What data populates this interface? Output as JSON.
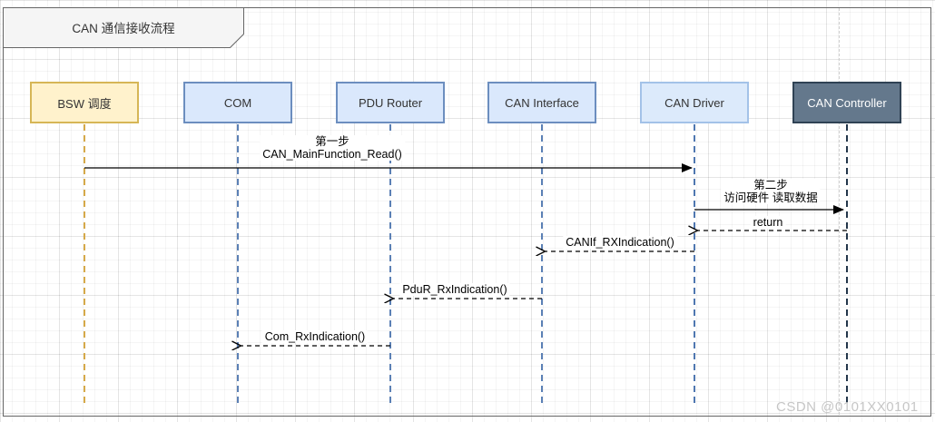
{
  "diagram": {
    "title": "CAN 通信接收流程",
    "type": "sequence-diagram"
  },
  "actors": [
    {
      "label": "BSW 调度",
      "fill": "#FFF2CC",
      "border": "#D6B656",
      "text_color": "#333333"
    },
    {
      "label": "COM",
      "fill": "#DAE8FC",
      "border": "#6C8EBF",
      "text_color": "#333333"
    },
    {
      "label": "PDU Router",
      "fill": "#DAE8FC",
      "border": "#6C8EBF",
      "text_color": "#333333"
    },
    {
      "label": "CAN Interface",
      "fill": "#DAE8FC",
      "border": "#6C8EBF",
      "text_color": "#333333"
    },
    {
      "label": "CAN Driver",
      "fill": "#DCEAFB",
      "border": "#A3C2E8",
      "text_color": "#333333"
    },
    {
      "label": "CAN Controller",
      "fill": "#64788C",
      "border": "#2F4254",
      "text_color": "#FFFFFF"
    }
  ],
  "messages": [
    {
      "step": "第一步",
      "label": "CAN_MainFunction_Read()",
      "from": "BSW 调度",
      "to": "CAN Driver",
      "line": "solid"
    },
    {
      "step": "第二步",
      "label": "访问硬件 读取数据",
      "from": "CAN Driver",
      "to": "CAN Controller",
      "line": "solid"
    },
    {
      "label": "return",
      "from": "CAN Controller",
      "to": "CAN Driver",
      "line": "dashed"
    },
    {
      "label": "CANIf_RXIndication()",
      "from": "CAN Driver",
      "to": "CAN Interface",
      "line": "dashed"
    },
    {
      "label": "PduR_RxIndication()",
      "from": "CAN Interface",
      "to": "PDU Router",
      "line": "dashed"
    },
    {
      "label": "Com_RxIndication()",
      "from": "PDU Router",
      "to": "COM",
      "line": "dashed"
    }
  ],
  "watermark": "CSDN @0101XX0101"
}
